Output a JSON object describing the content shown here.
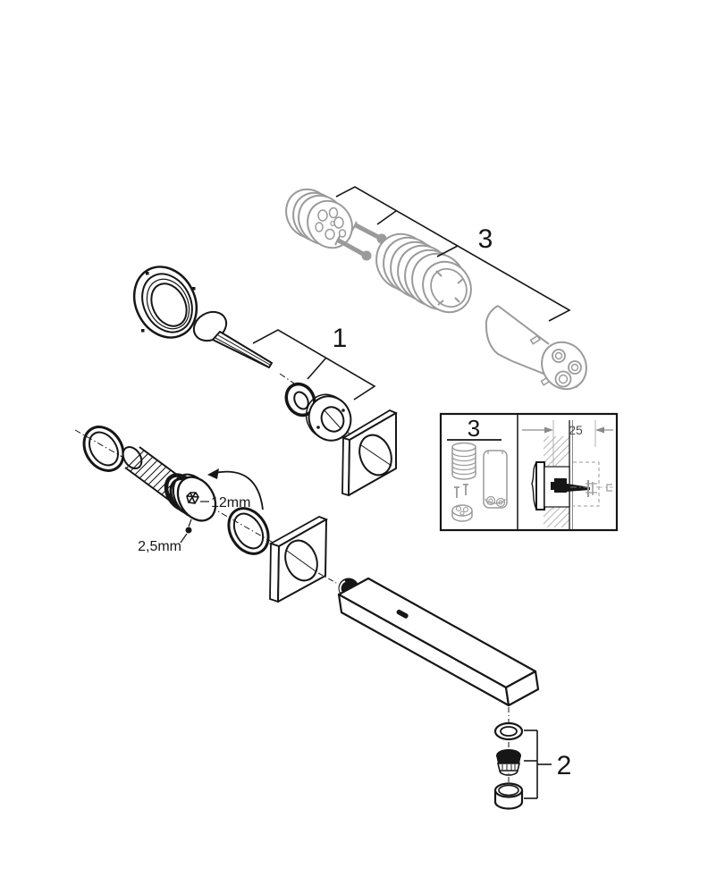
{
  "figure": {
    "type": "exploded-parts-installation-diagram",
    "background": "#ffffff",
    "line_color": "#161616",
    "gray_part_color": "#9a9a9a",
    "hatch_color": "#b5b5b5",
    "callouts": {
      "cartridge_group": "3",
      "trim_group": "1",
      "aerator_group": "2"
    },
    "inset": {
      "label": "3",
      "wall_depth": "25"
    },
    "dimensions": {
      "spout_thread": "12mm",
      "hex_key": "2,5mm"
    }
  }
}
